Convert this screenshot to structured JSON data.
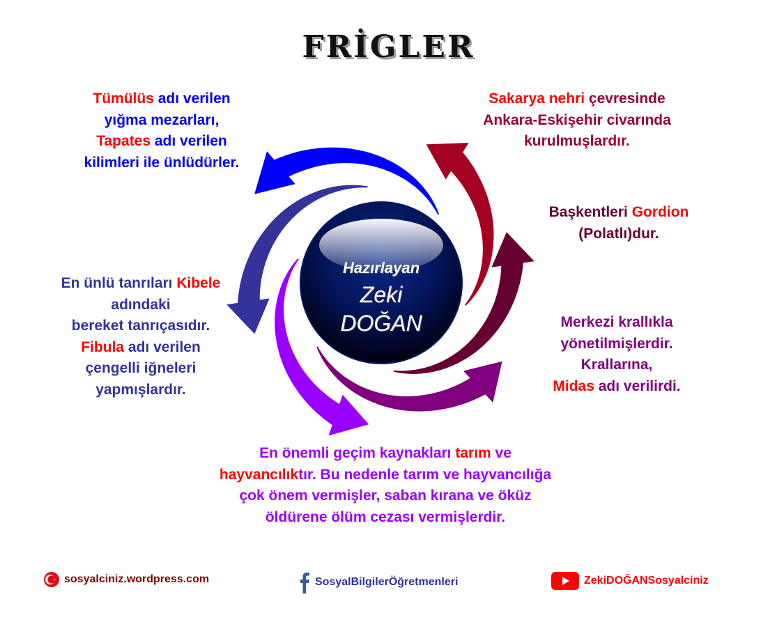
{
  "title": "FRİGLER",
  "center": {
    "line1": "Hazırlayan",
    "line2": "Zeki",
    "line3": "DOĞAN"
  },
  "colors": {
    "highlight": "#ff0000",
    "top_left": "#0000ff",
    "top_right": "#990033",
    "capital": "#660033",
    "government": "#800080",
    "religion": "#333399",
    "economy": "#9900ff"
  },
  "blocks": [
    {
      "id": "top-left",
      "color": "top_left",
      "lines": [
        [
          {
            "t": "Tümülüs",
            "hl": true
          },
          {
            "t": " adı verilen"
          }
        ],
        [
          {
            "t": "yığma mezarları,"
          }
        ],
        [
          {
            "t": "Tapates",
            "hl": true
          },
          {
            "t": " adı verilen"
          }
        ],
        [
          {
            "t": "kilimleri ile ünlüdürler."
          }
        ]
      ]
    },
    {
      "id": "top-right",
      "color": "top_right",
      "lines": [
        [
          {
            "t": "Sakarya nehri",
            "hl": true
          },
          {
            "t": " çevresinde"
          }
        ],
        [
          {
            "t": "Ankara-Eskişehir civarında"
          }
        ],
        [
          {
            "t": "kurulmuşlardır."
          }
        ]
      ]
    },
    {
      "id": "capital",
      "color": "capital",
      "lines": [
        [
          {
            "t": "Başkentleri "
          },
          {
            "t": "Gordion",
            "hl": true
          }
        ],
        [
          {
            "t": "(Polatlı)dur."
          }
        ]
      ]
    },
    {
      "id": "government",
      "color": "government",
      "lines": [
        [
          {
            "t": "Merkezi krallıkla"
          }
        ],
        [
          {
            "t": "yönetilmişlerdir."
          }
        ],
        [
          {
            "t": "Krallarına,"
          }
        ],
        [
          {
            "t": "Midas",
            "hl": true
          },
          {
            "t": " adı verilirdi."
          }
        ]
      ]
    },
    {
      "id": "religion",
      "color": "religion",
      "lines": [
        [
          {
            "t": "En ünlü tanrıları "
          },
          {
            "t": "Kibele",
            "hl": true
          }
        ],
        [
          {
            "t": "adındaki"
          }
        ],
        [
          {
            "t": "bereket tanrıçasıdır."
          }
        ],
        [
          {
            "t": "Fibula",
            "hl": true
          },
          {
            "t": " adı verilen"
          }
        ],
        [
          {
            "t": "çengelli iğneleri"
          }
        ],
        [
          {
            "t": "yapmışlardır."
          }
        ]
      ]
    },
    {
      "id": "economy",
      "color": "economy",
      "lines": [
        [
          {
            "t": "En önemli geçim kaynakları "
          },
          {
            "t": "tarım",
            "hl": true
          },
          {
            "t": " ve"
          }
        ],
        [
          {
            "t": "hayvancılık",
            "hl": true
          },
          {
            "t": "tır. Bu nedenle tarım ve hayvancılığa"
          }
        ],
        [
          {
            "t": "çok önem vermişler, saban kırana ve öküz"
          }
        ],
        [
          {
            "t": "öldürene ölüm cezası vermişlerdir."
          }
        ]
      ]
    }
  ],
  "arrows": [
    {
      "name": "arrow-red",
      "color": "#a50021"
    },
    {
      "name": "arrow-blue",
      "color": "#0000ff"
    },
    {
      "name": "arrow-maroon",
      "color": "#660033"
    },
    {
      "name": "arrow-purple",
      "color": "#800080"
    },
    {
      "name": "arrow-violet",
      "color": "#9900ff"
    },
    {
      "name": "arrow-navy",
      "color": "#333399"
    }
  ],
  "footer": {
    "website": "sosyalciniz.wordpress.com",
    "facebook": "SosyalBilgilerÖğretmenleri",
    "youtube": "ZekiDOĞANSosyalciniz",
    "website_color": "#800000",
    "facebook_color": "#2f2f9f",
    "youtube_color": "#ff0000"
  }
}
